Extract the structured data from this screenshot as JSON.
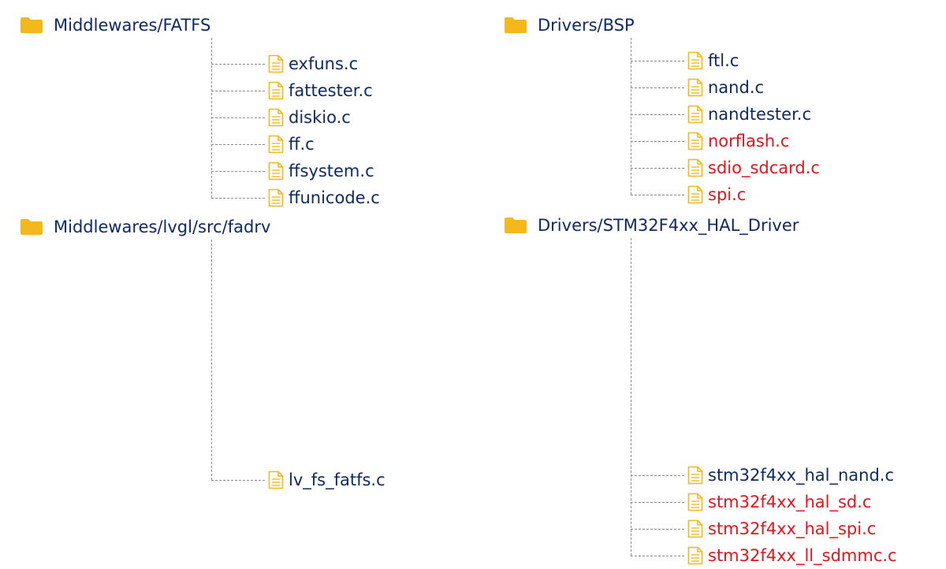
{
  "groups": [
    {
      "folder": "Middlewares/FATFS",
      "files": [
        {
          "name": "exfuns.c",
          "highlight": false
        },
        {
          "name": "fattester.c",
          "highlight": false
        },
        {
          "name": "diskio.c",
          "highlight": false
        },
        {
          "name": "ff.c",
          "highlight": false
        },
        {
          "name": "ffsystem.c",
          "highlight": false
        },
        {
          "name": "ffunicode.c",
          "highlight": false
        }
      ]
    },
    {
      "folder": "Middlewares/lvgl/src/fadrv",
      "files": [
        {
          "name": "lv_fs_fatfs.c",
          "highlight": false
        }
      ]
    },
    {
      "folder": "Drivers/BSP",
      "files": [
        {
          "name": "ftl.c",
          "highlight": false
        },
        {
          "name": "nand.c",
          "highlight": false
        },
        {
          "name": "nandtester.c",
          "highlight": false
        },
        {
          "name": "norflash.c",
          "highlight": true
        },
        {
          "name": "sdio_sdcard.c",
          "highlight": true
        },
        {
          "name": "spi.c",
          "highlight": true
        }
      ]
    },
    {
      "folder": "Drivers/STM32F4xx_HAL_Driver",
      "files": [
        {
          "name": "stm32f4xx_hal_nand.c",
          "highlight": false
        },
        {
          "name": "stm32f4xx_hal_sd.c",
          "highlight": true
        },
        {
          "name": "stm32f4xx_hal_spi.c",
          "highlight": true
        },
        {
          "name": "stm32f4xx_ll_sdmmc.c",
          "highlight": true
        }
      ]
    }
  ],
  "colors": {
    "folder": "#f5b81c",
    "file_icon": "#f5b81c",
    "text": "#0d2a66",
    "highlight": "#e5141b",
    "line": "#8c8c8c"
  },
  "icons": {
    "folder": "folder-icon",
    "file": "file-icon"
  }
}
